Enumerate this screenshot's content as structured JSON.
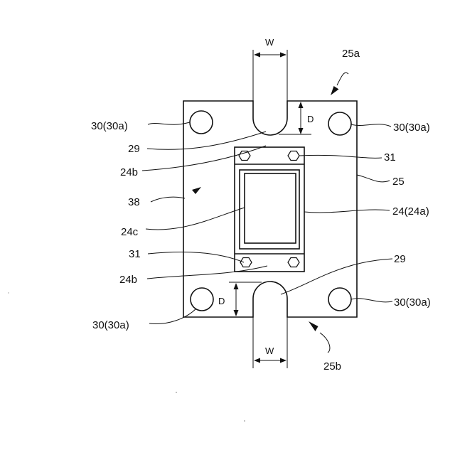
{
  "labels": {
    "w_top": "W",
    "d_top": "D",
    "d_bottom": "D",
    "w_bottom": "W",
    "ref_25a": "25a",
    "ref_25b": "25b",
    "ref_25": "25",
    "ref_30_tl": "30(30a)",
    "ref_30_tr": "30(30a)",
    "ref_30_bl": "30(30a)",
    "ref_30_br": "30(30a)",
    "ref_29_top": "29",
    "ref_29_bottom": "29",
    "ref_24b_top": "24b",
    "ref_24b_bottom": "24b",
    "ref_31_right": "31",
    "ref_31_left": "31",
    "ref_38": "38",
    "ref_24c": "24c",
    "ref_24a": "24(24a)"
  }
}
